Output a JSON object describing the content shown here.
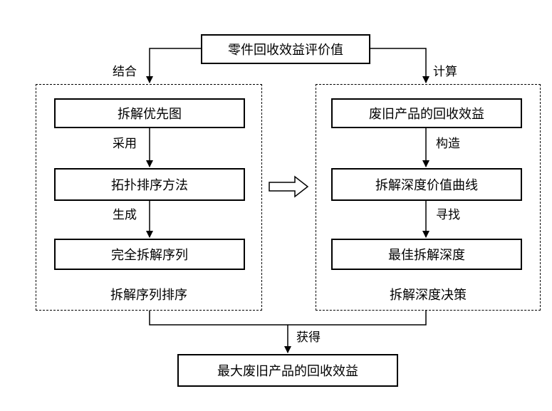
{
  "top": {
    "title": "零件回收效益评价值"
  },
  "left_panel": {
    "branch_label": "结合",
    "title": "拆解序列排序",
    "steps": [
      "拆解优先图",
      "拓扑排序方法",
      "完全拆解序列"
    ],
    "edge_labels": [
      "采用",
      "生成"
    ]
  },
  "right_panel": {
    "branch_label": "计算",
    "title": "拆解深度决策",
    "steps": [
      "废旧产品的回收效益",
      "拆解深度价值曲线",
      "最佳拆解深度"
    ],
    "edge_labels": [
      "构造",
      "寻找"
    ]
  },
  "merge_label": "获得",
  "result": {
    "title": "最大废旧产品的回收效益"
  }
}
